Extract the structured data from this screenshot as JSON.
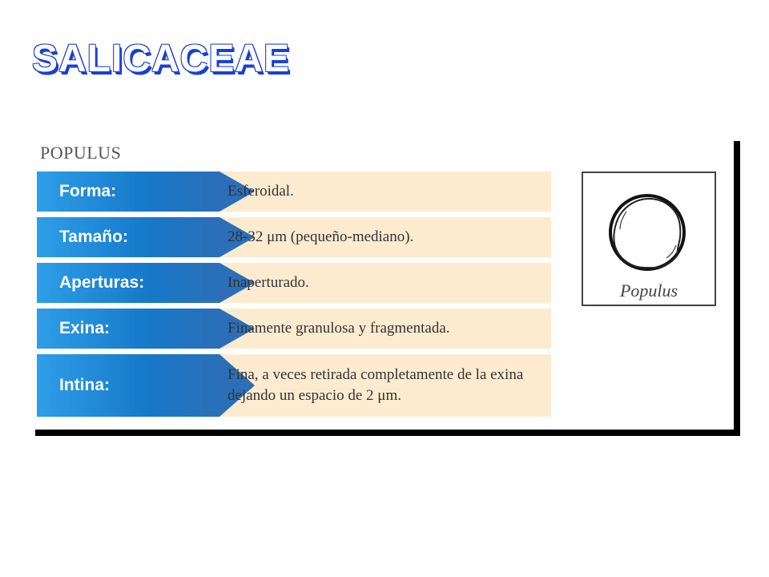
{
  "slide": {
    "title": "SALICACEAE"
  },
  "table": {
    "genus": "POPULUS",
    "rows": [
      {
        "label": "Forma:",
        "value": "Esferoidal."
      },
      {
        "label": "Tamaño:",
        "value": "28-32 μm (pequeño-mediano)."
      },
      {
        "label": "Aperturas:",
        "value": "Inaperturado."
      },
      {
        "label": "Exina:",
        "value": "Finamente granulosa y fragmentada."
      },
      {
        "label": "Intina:",
        "value": "Fina, a veces retirada completamente de la exina dejando un espacio de 2 μm."
      }
    ]
  },
  "figure": {
    "caption": "Populus",
    "icon": "pollen-grain-illustration"
  },
  "colors": {
    "title_outline": "#1a3fd6",
    "label_blue": "#1679c9",
    "row_background": "#fdebd0"
  }
}
